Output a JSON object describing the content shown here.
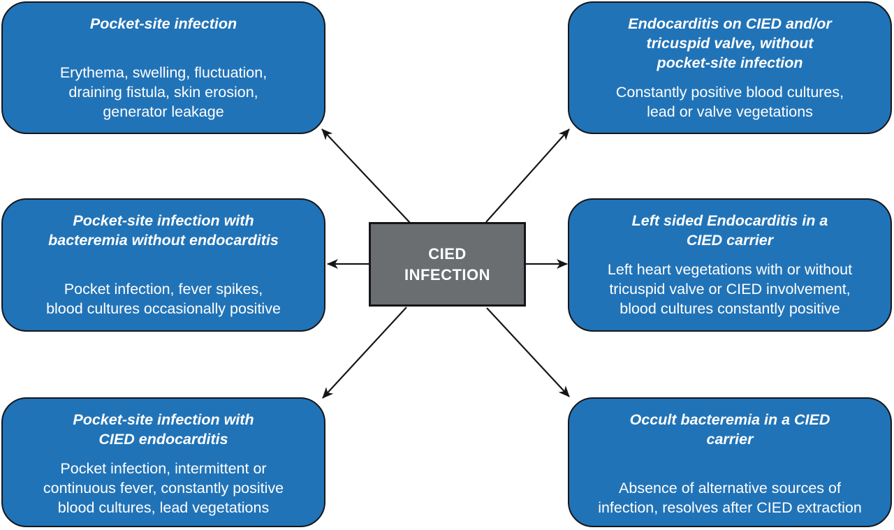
{
  "diagram": {
    "center": {
      "label": "CIED\nINFECTION"
    },
    "nodes": [
      {
        "id": "pocket-site-infection",
        "title": "Pocket-site infection",
        "body": "Erythema, swelling, fluctuation,\ndraining fistula, skin erosion,\ngenerator leakage"
      },
      {
        "id": "endocarditis-on-cied-tricuspid-valve",
        "title": "Endocarditis on CIED and/or\ntricuspid valve, without\npocket-site infection",
        "body": "Constantly positive blood cultures,\nlead or valve vegetations"
      },
      {
        "id": "pocket-site-infection-with-bacteremia",
        "title": "Pocket-site infection with\nbacteremia without endocarditis",
        "body": "Pocket infection, fever spikes,\nblood cultures occasionally positive"
      },
      {
        "id": "left-sided-endocarditis",
        "title": "Left sided Endocarditis in a\nCIED carrier",
        "body": "Left heart vegetations with or without\ntricuspid valve or CIED involvement,\nblood cultures constantly positive"
      },
      {
        "id": "pocket-site-infection-with-cied-endocarditis",
        "title": "Pocket-site infection with\nCIED endocarditis",
        "body": "Pocket infection, intermittent or\ncontinuous fever, constantly positive\nblood cultures, lead vegetations"
      },
      {
        "id": "occult-bacteremia",
        "title": "Occult bacteremia in a CIED\ncarrier",
        "body": "Absence of alternative sources of\ninfection, resolves after CIED extraction"
      }
    ],
    "colors": {
      "node_fill": "#2173b7",
      "center_fill": "#6b6e70",
      "border": "#16161a",
      "arrow": "#16161a",
      "text": "#ffffff"
    }
  }
}
